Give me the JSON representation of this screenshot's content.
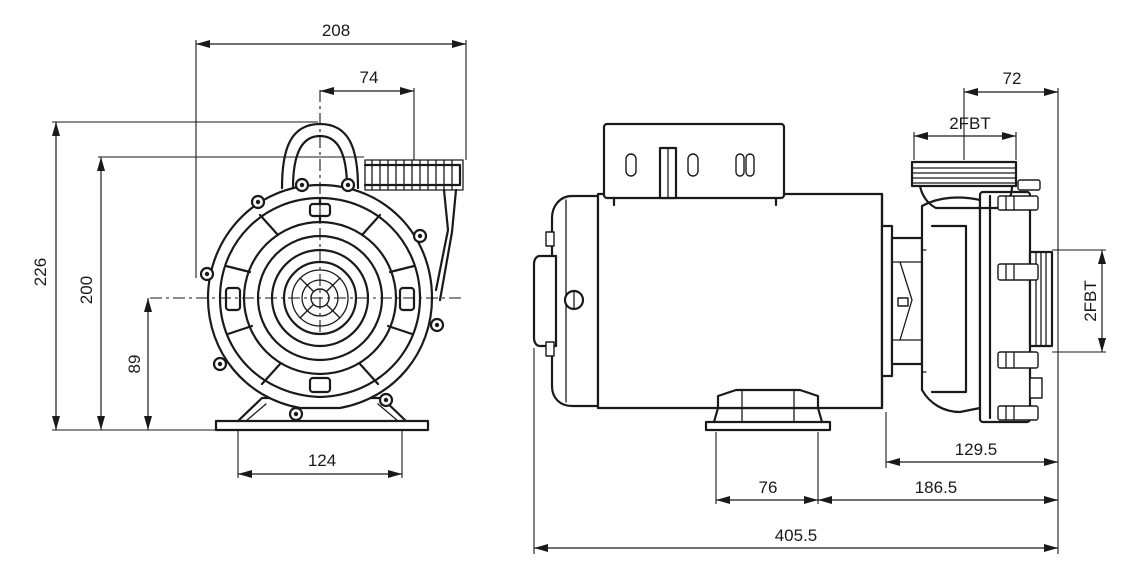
{
  "front_view": {
    "dims": {
      "overall_width": "208",
      "outlet_offset": "74",
      "overall_height": "226",
      "outlet_height": "200",
      "shaft_height": "89",
      "base_width": "124"
    }
  },
  "side_view": {
    "dims": {
      "outlet_size": "72",
      "outlet_thread": "2FBT",
      "inlet_thread": "2FBT",
      "pump_end_length": "129.5",
      "foot_width": "76",
      "foot_to_end": "186.5",
      "overall_length": "405.5"
    }
  }
}
